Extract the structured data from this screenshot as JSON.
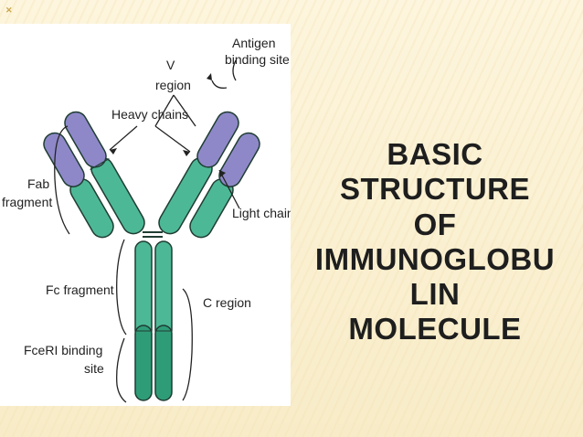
{
  "slide": {
    "corner_mark": "✕"
  },
  "title_lines": [
    "BASIC",
    "STRUCTURE",
    "OF",
    "IMMUNOGLOBU",
    "LIN",
    "MOLECULE"
  ],
  "figure": {
    "labels": {
      "antigen_line1": "Antigen",
      "antigen_line2": "binding site",
      "v_line1": "V",
      "v_line2": "region",
      "heavy_chains": "Heavy chains",
      "fab_line1": "Fab",
      "fab_line2": "fragment",
      "light_chain": "Light chain",
      "fc_fragment": "Fc fragment",
      "c_region": "C region",
      "fceri_line1": "FceRI binding",
      "fceri_line2": "site"
    },
    "colors": {
      "variable_region": "#8e88c8",
      "constant_region": "#4db896",
      "fc_lower": "#2f9c78",
      "outline": "#1f3d33",
      "background": "#fbf2d9"
    }
  }
}
